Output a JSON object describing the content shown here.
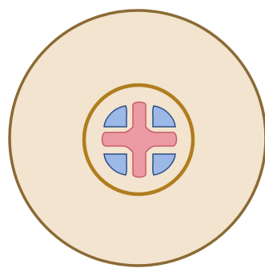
{
  "colors": {
    "background": "#ffffff",
    "outer_fill": "#f2e4cf",
    "outer_stroke": "#8b6a34",
    "ring_stroke": "#b07d1e",
    "cross_fill": "#ec9aa3",
    "cross_stroke": "#c85c6a",
    "petal_fill": "#9bb8e6",
    "petal_stroke": "#2e4f86"
  },
  "figure": {
    "shapes": [
      "outer-disc",
      "inner-ring",
      "center-cross",
      "quarter-petal-top-left",
      "quarter-petal-top-right",
      "quarter-petal-bottom-left",
      "quarter-petal-bottom-right"
    ]
  }
}
